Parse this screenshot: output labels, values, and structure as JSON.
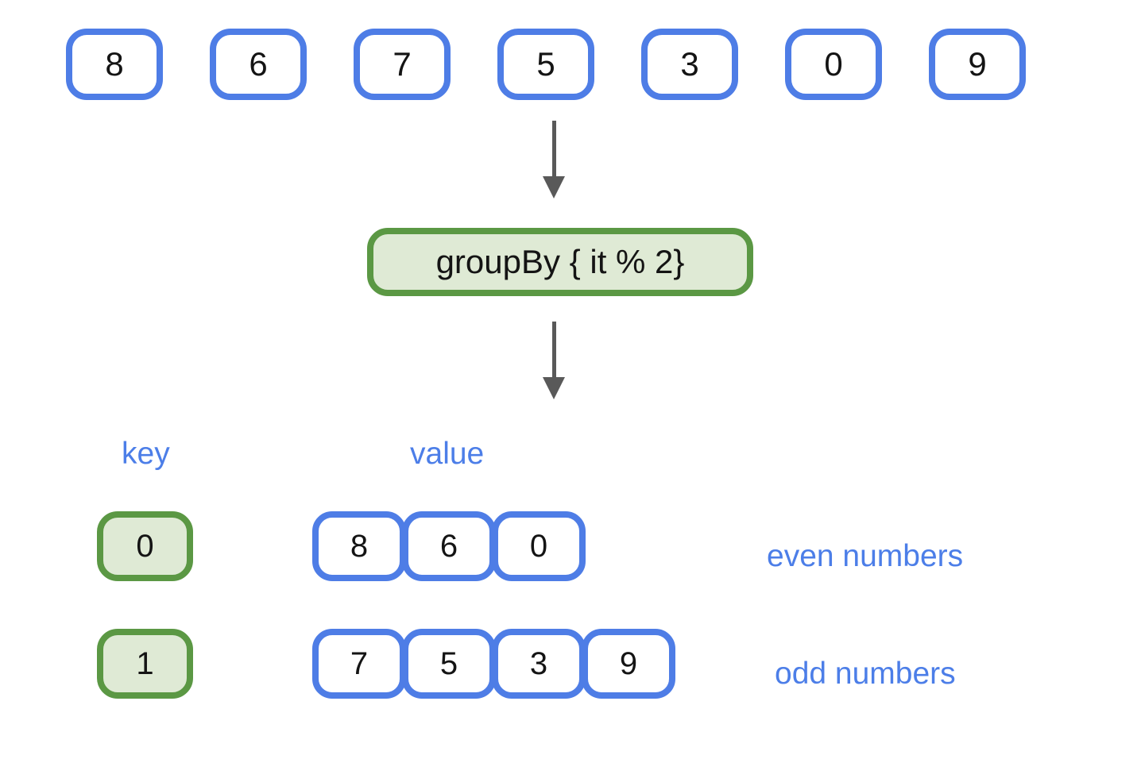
{
  "input": {
    "items": [
      "8",
      "6",
      "7",
      "5",
      "3",
      "0",
      "9"
    ]
  },
  "operation": {
    "label": "groupBy { it % 2}"
  },
  "headers": {
    "key": "key",
    "value": "value"
  },
  "groups": [
    {
      "key": "0",
      "values": [
        "8",
        "6",
        "0"
      ],
      "label": "even numbers"
    },
    {
      "key": "1",
      "values": [
        "7",
        "5",
        "3",
        "9"
      ],
      "label": "odd numbers"
    }
  ],
  "icons": {
    "down_arrow": "↓"
  },
  "colors": {
    "blue": "#4E7DE6",
    "blue_text": "#4C7EE8",
    "green_border": "#5B9844",
    "green_fill": "#DFEAD5",
    "arrow": "#595959",
    "number_text": "#141414"
  }
}
